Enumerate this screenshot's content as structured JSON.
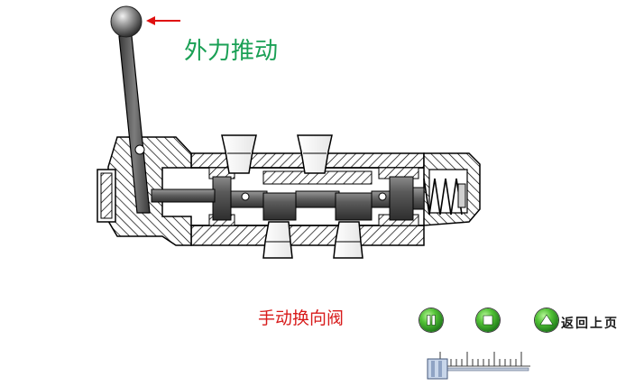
{
  "labels": {
    "force": "外力推动",
    "title": "手动换向阀"
  },
  "controls": {
    "back_label": "返回上页",
    "pause_icon": "pause-icon",
    "stop_icon": "stop-icon",
    "up_icon": "triangle-up-icon"
  },
  "colors": {
    "force_label": "#1aa055",
    "title_label": "#d81b1b",
    "arrow": "#e01010",
    "button_green": "#52c236",
    "hatch": "#000000"
  }
}
